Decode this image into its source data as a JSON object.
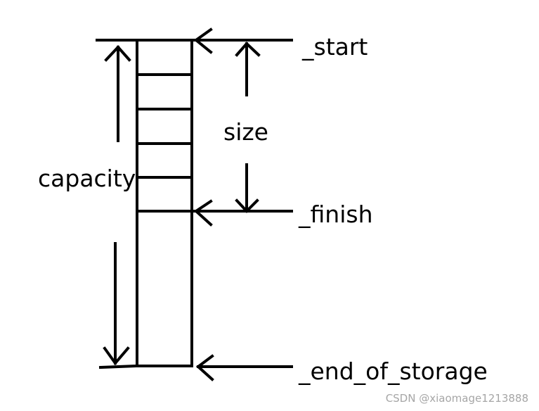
{
  "diagram": {
    "pointers": {
      "start": "_start",
      "finish": "_finish",
      "end_of_storage": "_end_of_storage"
    },
    "measures": {
      "size": "size",
      "capacity": "capacity"
    }
  },
  "watermark": "CSDN @xiaomage1213888",
  "colors": {
    "ink": "#000000",
    "background": "#ffffff",
    "watermark": "#a6a6a6"
  }
}
